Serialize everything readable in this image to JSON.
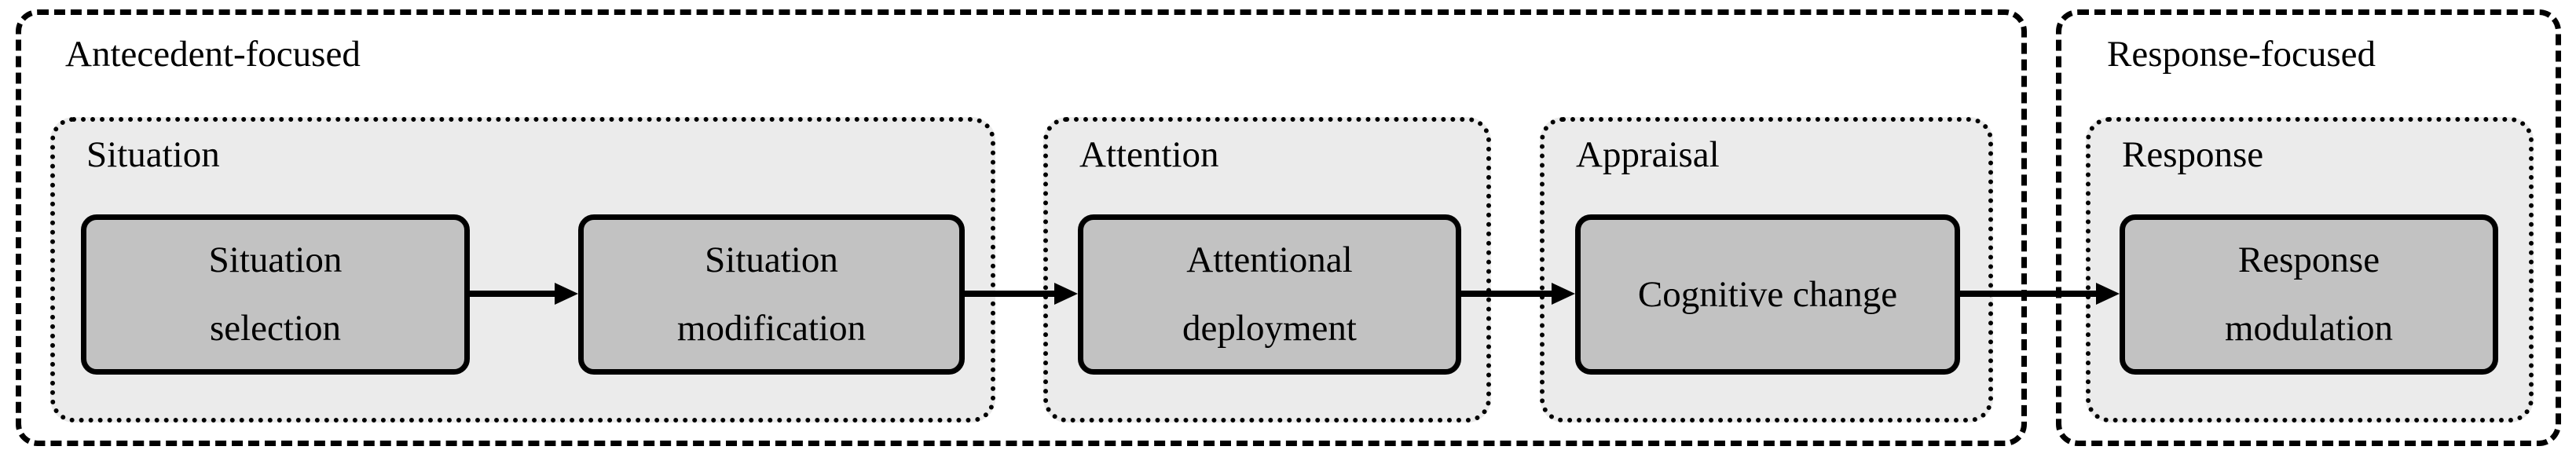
{
  "groups": [
    {
      "id": "antecedent-focused",
      "label": "Antecedent-focused"
    },
    {
      "id": "response-focused",
      "label": "Response-focused"
    }
  ],
  "panels": [
    {
      "id": "situation",
      "label": "Situation",
      "group": "antecedent-focused"
    },
    {
      "id": "attention",
      "label": "Attention",
      "group": "antecedent-focused"
    },
    {
      "id": "appraisal",
      "label": "Appraisal",
      "group": "antecedent-focused"
    },
    {
      "id": "response",
      "label": "Response",
      "group": "response-focused"
    }
  ],
  "nodes": [
    {
      "id": "situation-selection",
      "panel": "situation",
      "label": "Situation selection",
      "lines": [
        "Situation",
        "selection"
      ]
    },
    {
      "id": "situation-modification",
      "panel": "situation",
      "label": "Situation modification",
      "lines": [
        "Situation",
        "modification"
      ]
    },
    {
      "id": "attentional-deployment",
      "panel": "attention",
      "label": "Attentional deployment",
      "lines": [
        "Attentional",
        "deployment"
      ]
    },
    {
      "id": "cognitive-change",
      "panel": "appraisal",
      "label": "Cognitive change",
      "lines": [
        "Cognitive change"
      ]
    },
    {
      "id": "response-modulation",
      "panel": "response",
      "label": "Response modulation",
      "lines": [
        "Response",
        "modulation"
      ]
    }
  ],
  "arrows": [
    {
      "from": "situation-selection",
      "to": "situation-modification"
    },
    {
      "from": "situation-modification",
      "to": "attentional-deployment"
    },
    {
      "from": "attentional-deployment",
      "to": "cognitive-change"
    },
    {
      "from": "cognitive-change",
      "to": "response-modulation"
    }
  ],
  "colors": {
    "background": "#ffffff",
    "panel_fill": "#ebebeb",
    "node_fill": "#c2c2c2",
    "line": "#000000"
  }
}
